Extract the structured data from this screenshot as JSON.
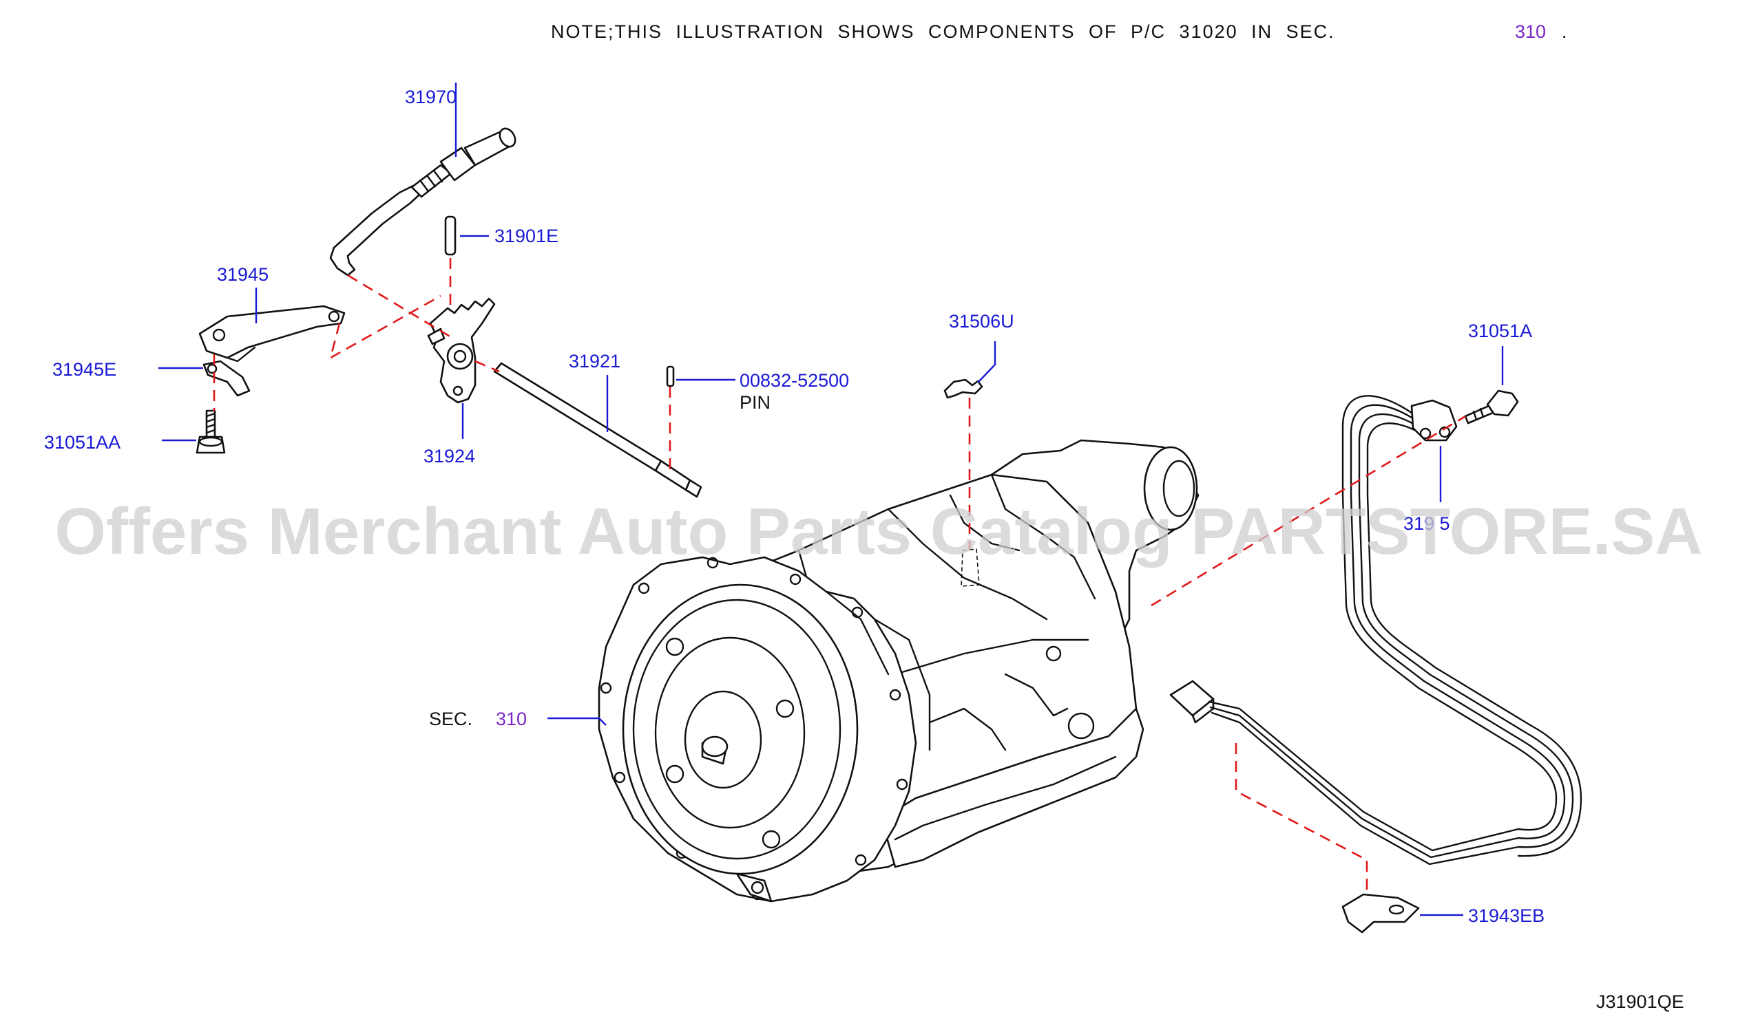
{
  "note": {
    "text": "NOTE;THIS ILLUSTRATION SHOWS COMPONENTS OF P/C 31020 IN SEC.",
    "section_ref": "310",
    "period": "."
  },
  "watermark": "Offers Merchant Auto Parts Catalog PARTSTORE.SA",
  "labels": {
    "p31970": "31970",
    "p31901e": "31901E",
    "p31945": "31945",
    "p31945e": "31945E",
    "p31051aa": "31051AA",
    "p31924": "31924",
    "p31921": "31921",
    "p00832": "00832-52500",
    "pin": "PIN",
    "p31506u": "31506U",
    "p31051a": "31051A",
    "p31935": "319 5",
    "p31943eb": "31943EB",
    "sec_prefix": "SEC.",
    "sec_number": "310"
  },
  "diagram_code": "J31901QE",
  "colors": {
    "callout": "#1a1ad6",
    "section_ref": "#7a26c9",
    "phantom_line": "#e01818",
    "watermark": "#cfcfcf"
  }
}
